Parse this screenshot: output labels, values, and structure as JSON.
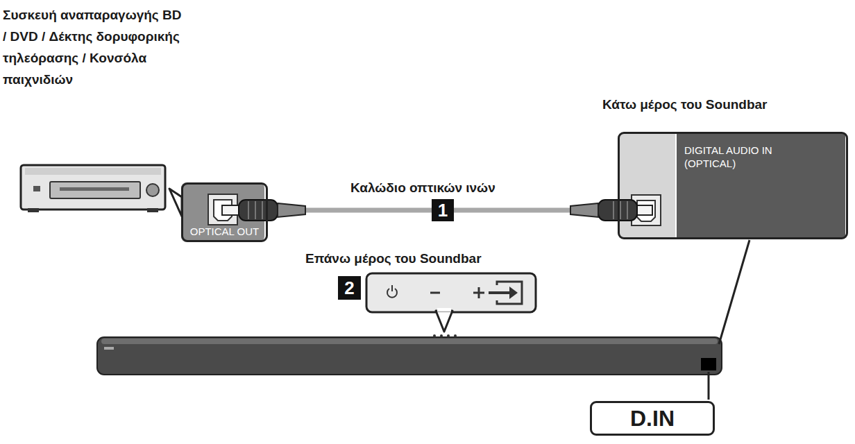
{
  "diagram": {
    "nodes": [
      {
        "text": [
          "OPTICAL OUT"
        ]
      },
      {
        "text": [
          "Κάτω μέρος του Soundbar",
          "DIGITAL AUDIO IN (OPTICAL)"
        ]
      },
      {
        "text": [
          "D.IN"
        ]
      }
    ],
    "edges": [
      {
        "from": 0,
        "to": 1,
        "arrow": "none",
        "label": "1"
      }
    ],
    "labels": [
      "Συσκευή αναπαραγωγής BD / DVD / Δέκτης δορυφορικής τηλεόρασης / Κονσόλα παιχνιδιών",
      "Καλώδιο οπτικών ινών",
      "Επάνω μέρος του Soundbar",
      "2"
    ]
  }
}
